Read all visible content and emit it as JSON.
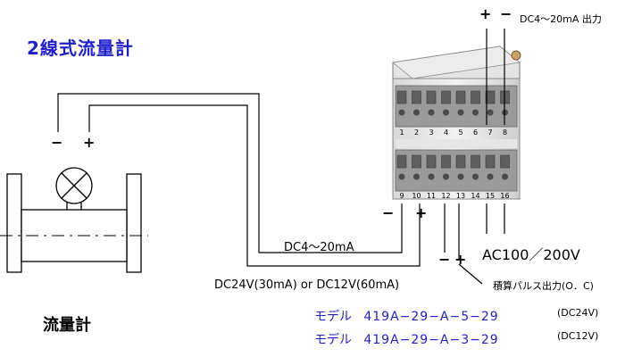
{
  "title": "2線式流量計",
  "output_label": "DC4～20mA 出力",
  "output_plus": "+",
  "output_minus": "−",
  "meter_label": "流量計",
  "meter_minus": "−",
  "meter_plus": "+",
  "loop_label": "DC4～20mA",
  "supply_label": "DC24V(30mA)  or  DC12V(60mA)",
  "ac_label": "AC100／200V",
  "pulse_label": "積算パルス出力(O．C)",
  "pulse_minus": "−",
  "pulse_plus": "+",
  "in_minus": "−",
  "in_plus": "+",
  "terminals_top": [
    "1",
    "2",
    "3",
    "4",
    "5",
    "6",
    "7",
    "8"
  ],
  "terminals_bottom": [
    "9",
    "10",
    "11",
    "12",
    "13",
    "14",
    "15",
    "16"
  ],
  "models": [
    {
      "prefix": "モデル",
      "code": "419A−29−A−5−29",
      "voltage": "(DC24V)"
    },
    {
      "prefix": "モデル",
      "code": "419A−29−A−3−29",
      "voltage": "(DC12V)"
    }
  ]
}
